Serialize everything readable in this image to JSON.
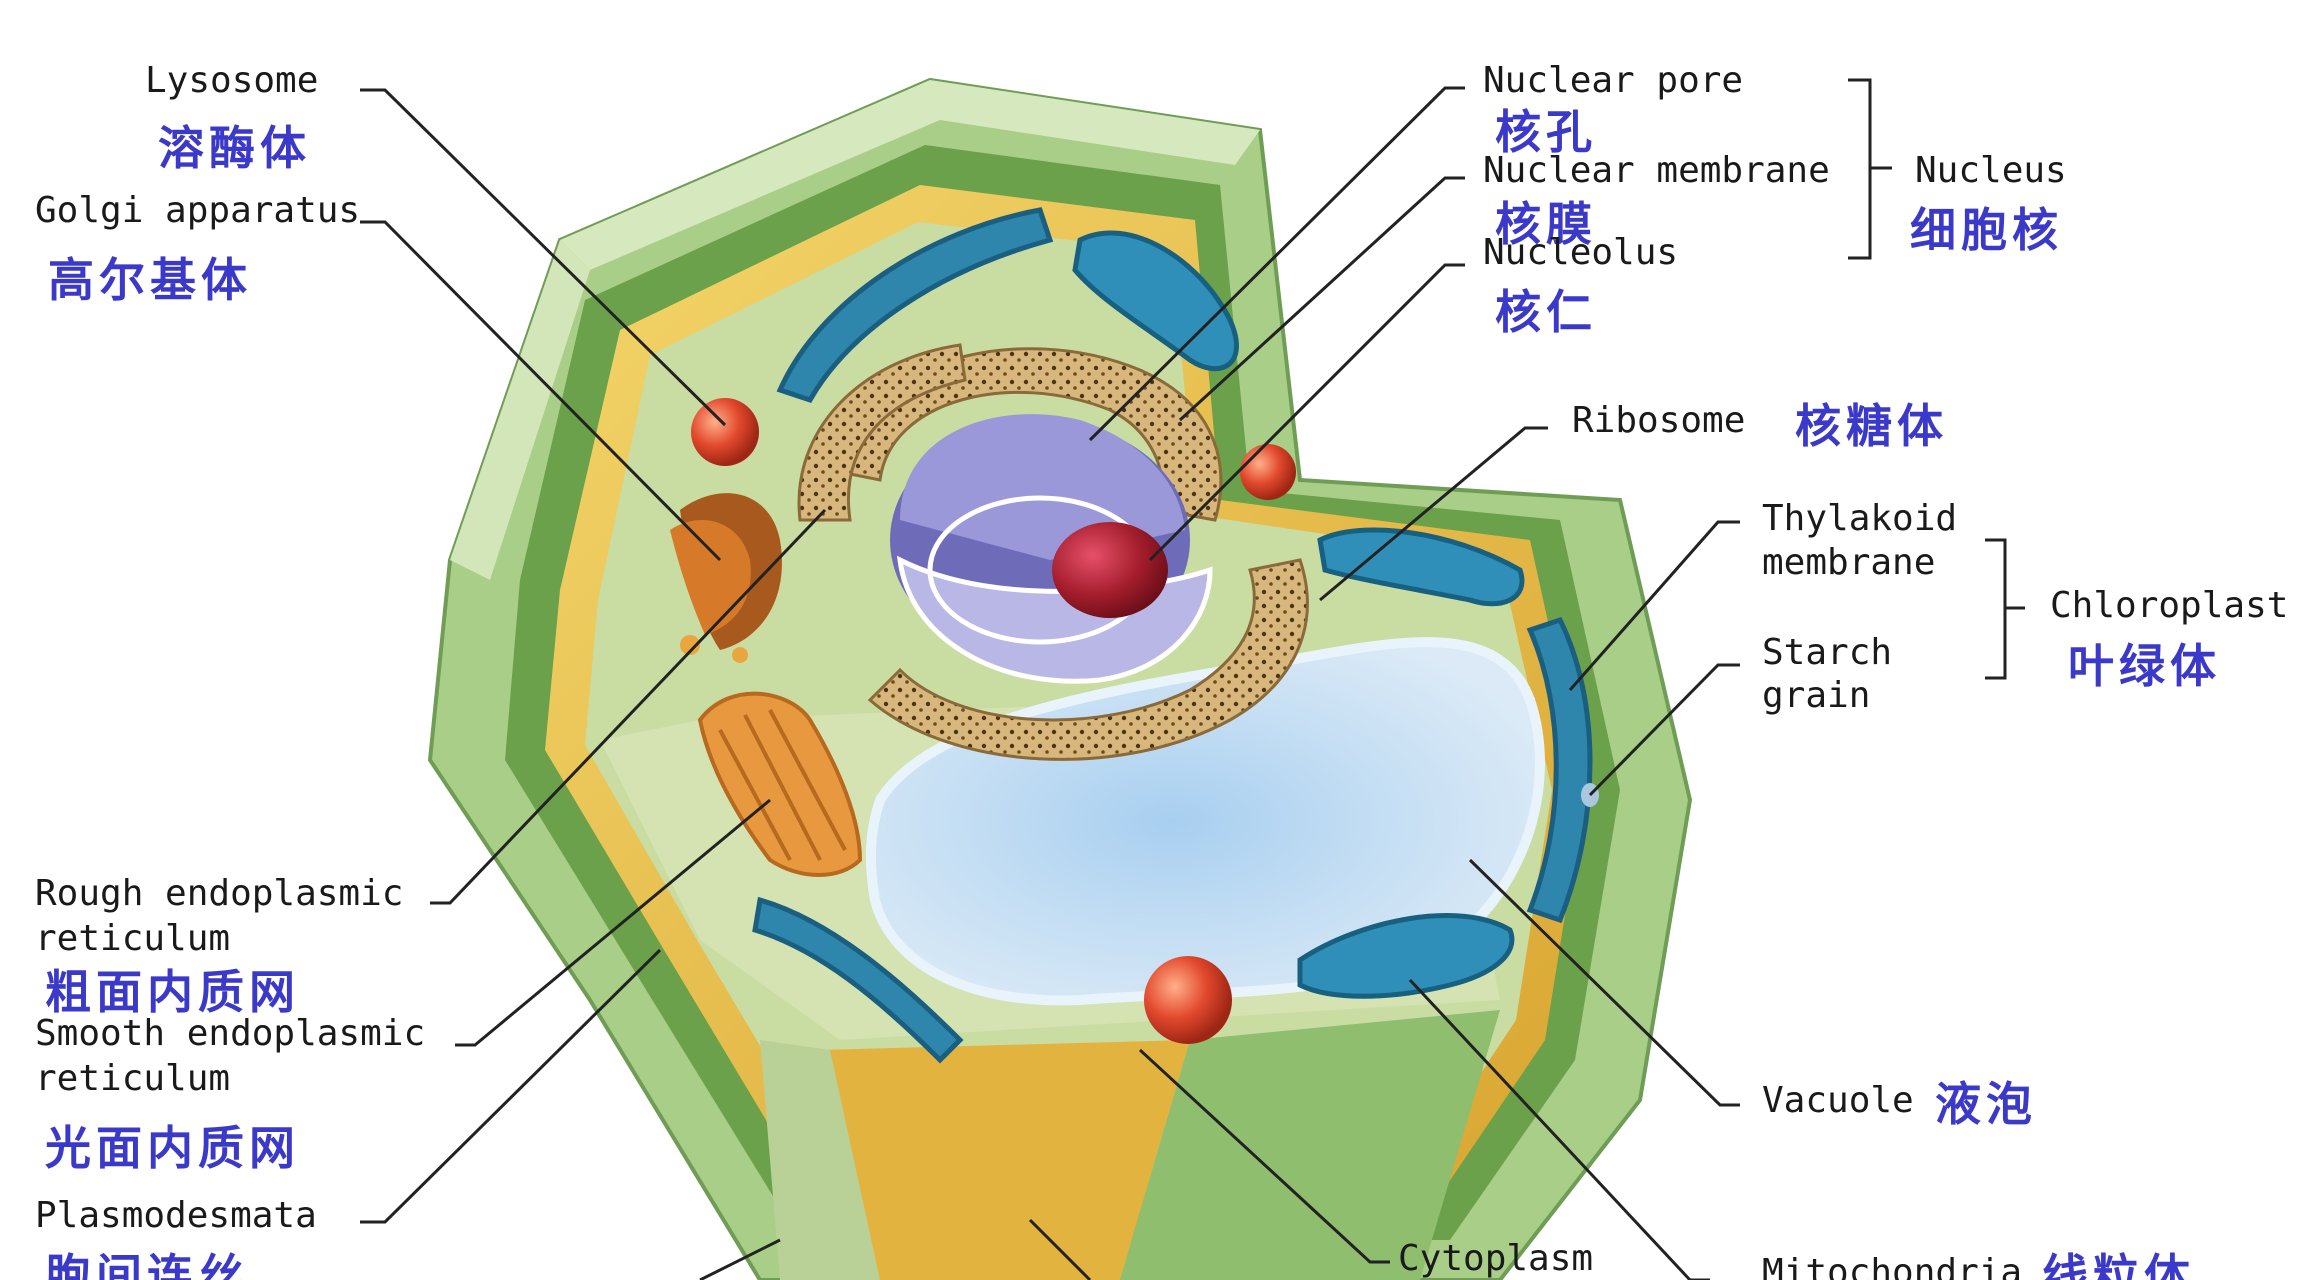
{
  "labels": {
    "lysosome": {
      "en": "Lysosome",
      "zh": "溶酶体"
    },
    "golgi": {
      "en": "Golgi apparatus",
      "zh": "高尔基体"
    },
    "rough_er": {
      "en_line1": "Rough endoplasmic",
      "en_line2": "reticulum",
      "zh": "粗面内质网"
    },
    "smooth_er": {
      "en_line1": "Smooth endoplasmic",
      "en_line2": "reticulum",
      "zh": "光面内质网"
    },
    "plasmodesmata": {
      "en": "Plasmodesmata",
      "zh": "胞间连丝"
    },
    "nuclear_pore": {
      "en": "Nuclear pore",
      "zh": "核孔"
    },
    "nuclear_membrane": {
      "en": "Nuclear membrane",
      "zh": "核膜"
    },
    "nucleolus": {
      "en": "Nucleolus",
      "zh": "核仁"
    },
    "nucleus": {
      "en": "Nucleus",
      "zh": "细胞核"
    },
    "ribosome": {
      "en": "Ribosome",
      "zh": "核糖体"
    },
    "thylakoid": {
      "en_line1": "Thylakoid",
      "en_line2": "membrane"
    },
    "starch": {
      "en_line1": "Starch",
      "en_line2": "grain"
    },
    "chloroplast": {
      "en": "Chloroplast",
      "zh": "叶绿体"
    },
    "vacuole": {
      "en": "Vacuole",
      "zh": "液泡"
    },
    "cytoplasm": {
      "en": "Cytoplasm"
    },
    "mitochondria": {
      "en": "Mitochondria",
      "zh": "线粒体"
    }
  },
  "colors": {
    "wall_outer": "#9cc47c",
    "wall_dark": "#5f9a45",
    "wall_light": "#c8dfa8",
    "membrane_yellow": "#e8c85a",
    "cytoplasm": "#c4d79a",
    "vacuole": "#bcd9ef",
    "nucleus": "#8f8fcf",
    "nucleolus": "#a0202a",
    "chloroplast": "#2e86ad",
    "er": "#c9a26a",
    "golgi": "#e49a3c",
    "lysosome": "#d8432b",
    "label_zh": "#3b39c9"
  }
}
